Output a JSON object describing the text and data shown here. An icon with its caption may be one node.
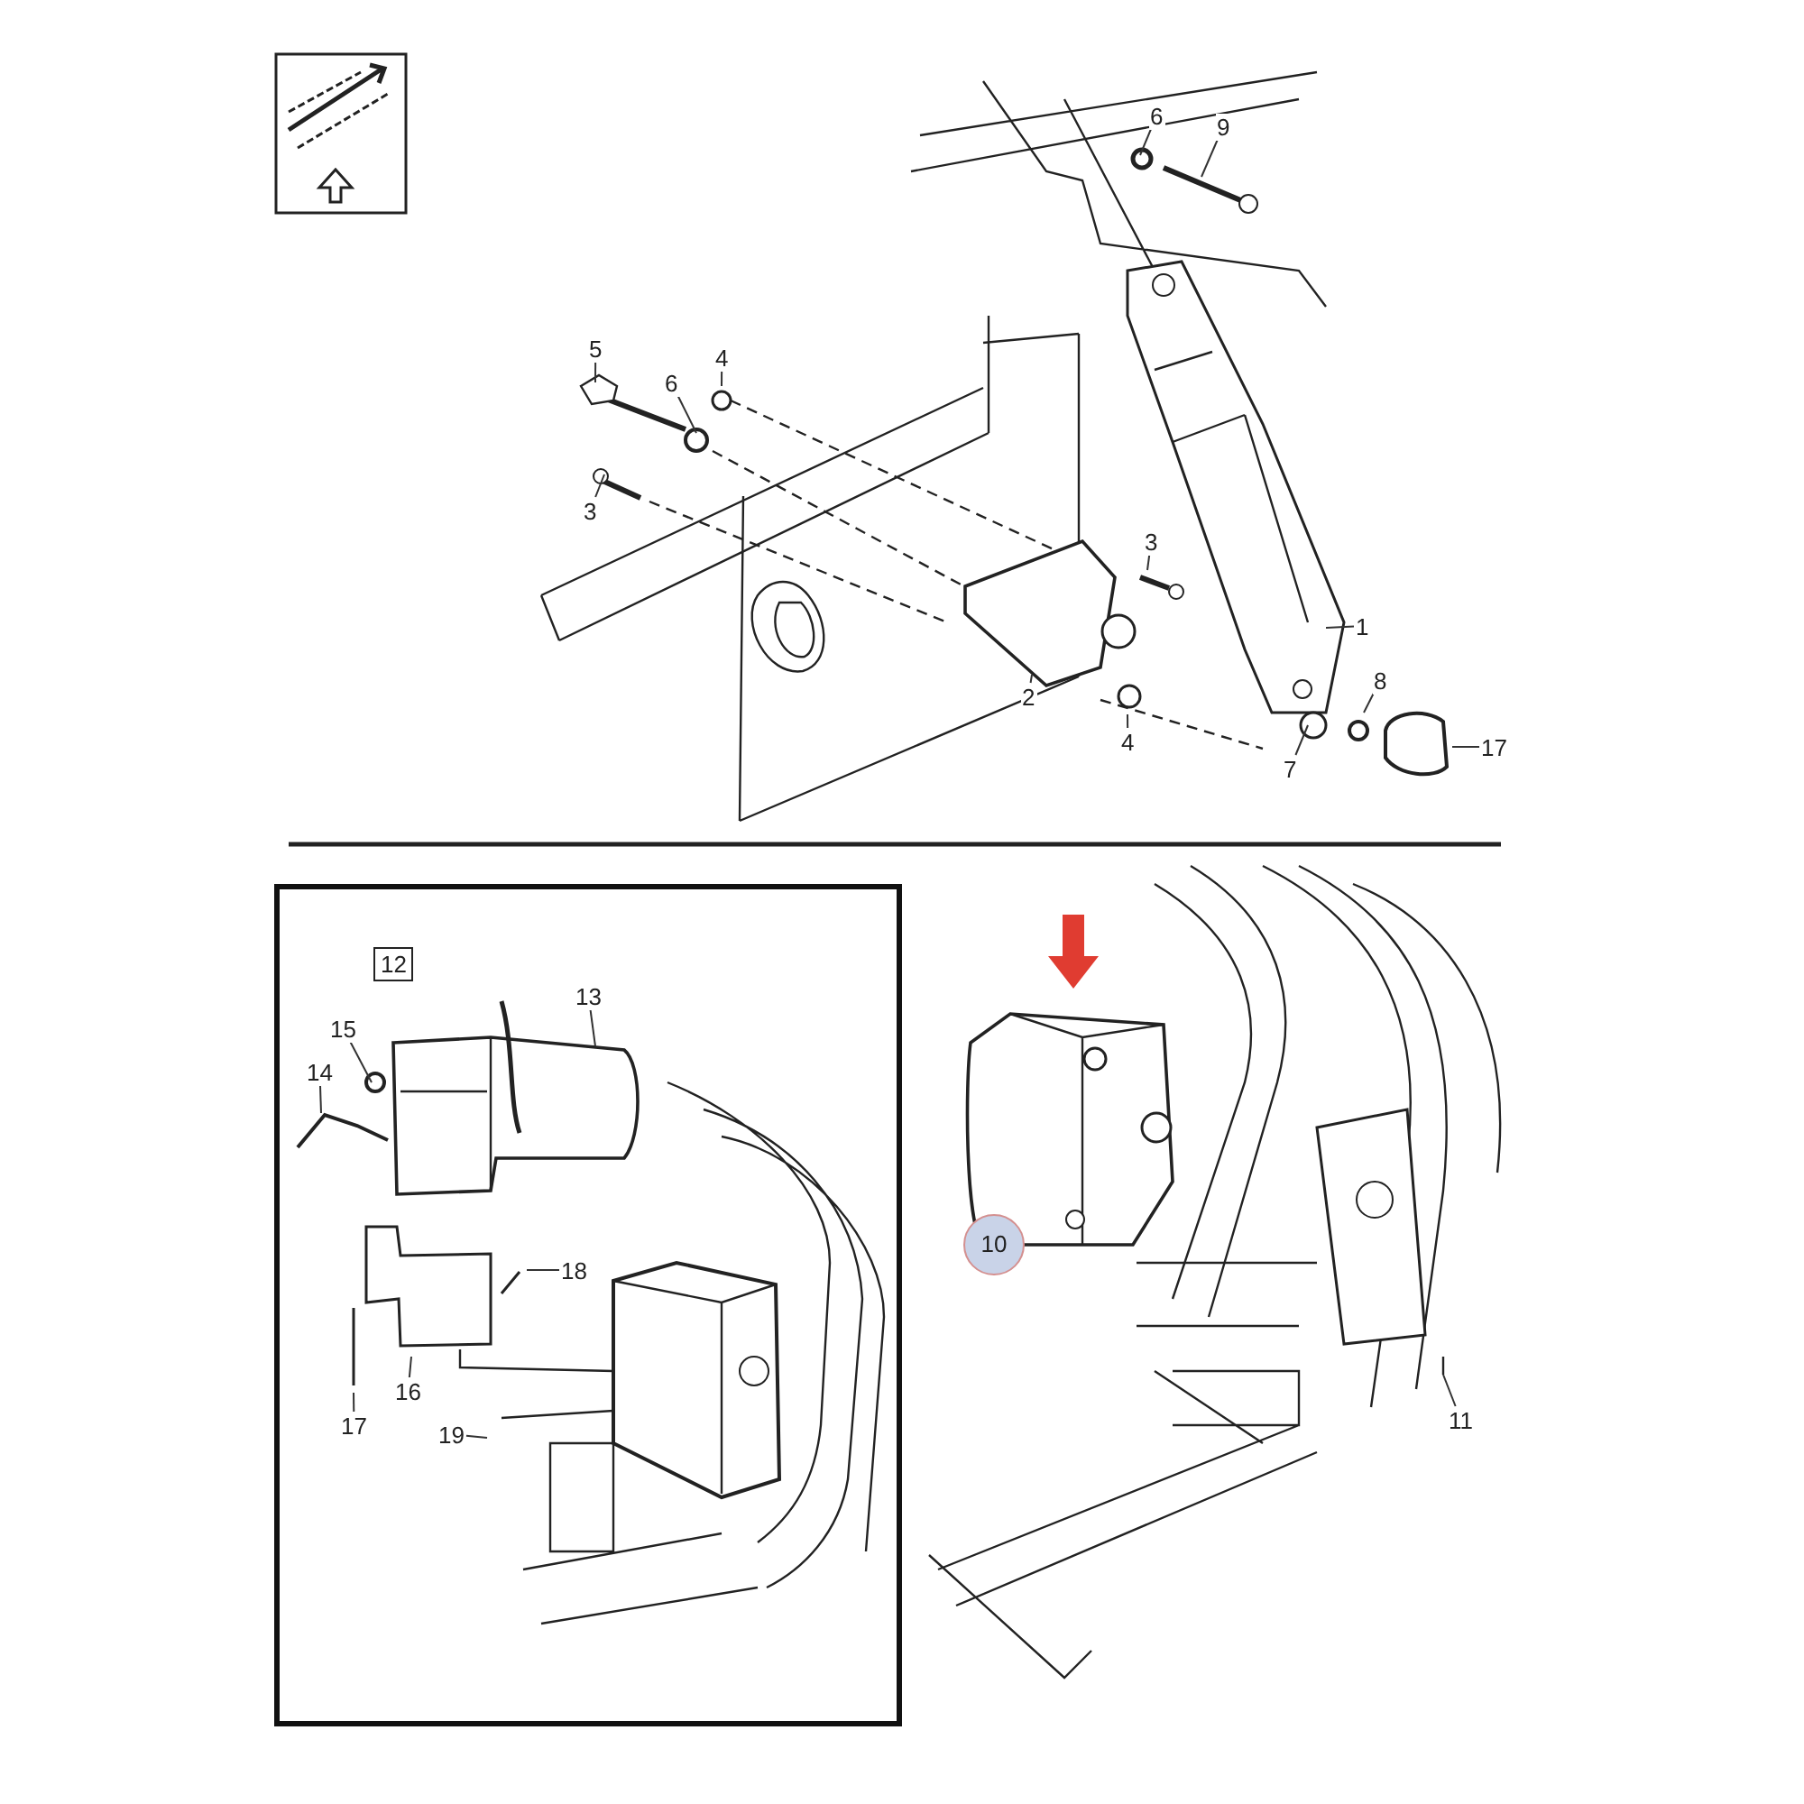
{
  "diagram": {
    "nodes": [
      {
        "text": [
          "6"
        ]
      },
      {
        "text": [
          "9"
        ]
      },
      {
        "text": [
          "5"
        ]
      },
      {
        "text": [
          "4"
        ]
      },
      {
        "text": [
          "6"
        ]
      },
      {
        "text": [
          "3"
        ]
      },
      {
        "text": [
          "3"
        ]
      },
      {
        "text": [
          "1"
        ]
      },
      {
        "text": [
          "8"
        ]
      },
      {
        "text": [
          "2"
        ]
      },
      {
        "text": [
          "4"
        ]
      },
      {
        "text": [
          "17"
        ]
      },
      {
        "text": [
          "7"
        ]
      },
      {
        "text": [],
        "shape": "box"
      },
      {
        "text": [
          "12"
        ],
        "in": 13
      },
      {
        "text": [
          "13"
        ],
        "in": 13
      },
      {
        "text": [
          "15"
        ],
        "in": 13
      },
      {
        "text": [
          "14"
        ],
        "in": 13
      },
      {
        "text": [
          "18"
        ],
        "in": 13
      },
      {
        "text": [
          "16"
        ],
        "in": 13
      },
      {
        "text": [
          "17"
        ],
        "in": 13
      },
      {
        "text": [
          "19"
        ],
        "in": 13
      },
      {
        "text": [
          "10"
        ]
      },
      {
        "text": [
          "11"
        ]
      }
    ],
    "edges": [
      {
        "from": 0,
        "to": null,
        "arrow": "none"
      },
      {
        "from": 1,
        "to": null,
        "arrow": "none"
      },
      {
        "from": 2,
        "to": null,
        "arrow": "none"
      },
      {
        "from": 3,
        "to": null,
        "arrow": "none"
      },
      {
        "from": 4,
        "to": null,
        "arrow": "none"
      },
      {
        "from": 5,
        "to": null,
        "arrow": "none"
      },
      {
        "from": 6,
        "to": null,
        "arrow": "none"
      },
      {
        "from": 7,
        "to": null,
        "arrow": "none"
      },
      {
        "from": 8,
        "to": null,
        "arrow": "none"
      },
      {
        "from": 9,
        "to": null,
        "arrow": "none"
      },
      {
        "from": 10,
        "to": null,
        "arrow": "none"
      },
      {
        "from": 11,
        "to": null,
        "arrow": "none"
      },
      {
        "from": 12,
        "to": null,
        "arrow": "none"
      },
      {
        "from": 15,
        "to": null,
        "arrow": "none"
      },
      {
        "from": 16,
        "to": null,
        "arrow": "none"
      },
      {
        "from": 17,
        "to": null,
        "arrow": "none"
      },
      {
        "from": 18,
        "to": null,
        "arrow": "none"
      },
      {
        "from": 19,
        "to": null,
        "arrow": "none"
      },
      {
        "from": 20,
        "to": null,
        "arrow": "none"
      },
      {
        "from": 21,
        "to": null,
        "arrow": "none"
      },
      {
        "from": 23,
        "to": null,
        "arrow": "none"
      }
    ]
  }
}
